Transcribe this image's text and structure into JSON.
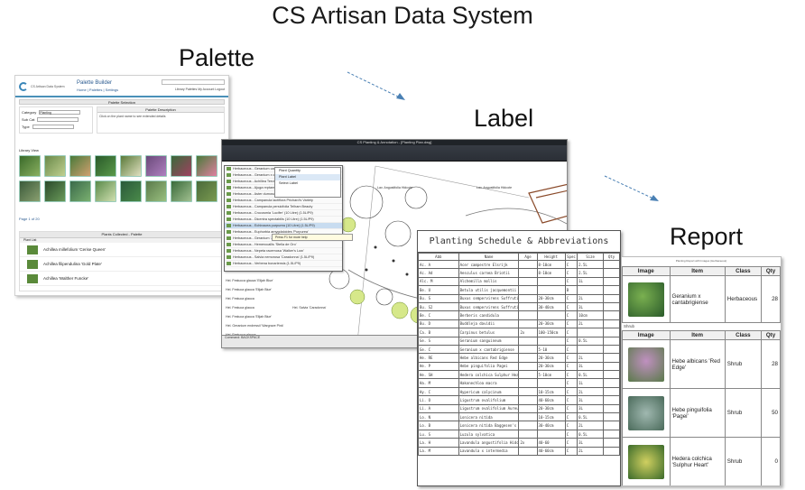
{
  "title": "CS Artisan Data System",
  "headings": {
    "palette": "Palette",
    "label": "Label",
    "report": "Report"
  },
  "colors": {
    "accent": "#4a90b8",
    "arrow": "#4a80b4",
    "leaf": "#5a8a3a"
  },
  "palette": {
    "brand": "CS Artisan Data System",
    "name": "Palette Builder",
    "links": "Home | Palettes | Settings",
    "nav": "Library  Palettes  My Account  Logout",
    "bar": "Palette Selection",
    "form": {
      "label1": "Category",
      "value1": "Planting",
      "label2": "Sub Cat",
      "label3": "Type"
    },
    "desc_header": "Palette Description",
    "desc_text": "Click on the plant name to see extended details",
    "library": "Library View",
    "pager": "Page 1 of 20",
    "list_header": "Plants Collected - Palette",
    "list_sub": "Plant List",
    "plants": [
      "Achillea millefolium 'Cerise Queen'",
      "Achillea filipendulina 'Gold Plate'",
      "Achillea 'Walther Funcke'"
    ]
  },
  "label": {
    "window_title": "CS Planting & Annotation - [Planting Plan.dwg]",
    "popup": [
      "Plant Quantity",
      "Plant Label",
      "Select Label"
    ],
    "tooltip": "Press F1 for more help",
    "plants": [
      "Herbaceous - Geranium cantabrigiense 'Biokovo'",
      "Herbaceous - Geranium x cantabrigiense",
      "Herbaceous - Achillea Terracotta Gold Plate (10 Litre) (1.5L/P9)",
      "Herbaceous - Ajuga reptans Dark Leaf (10 Litre) (1.5L/P9)",
      "Herbaceous - Aster dumosus Rose Scarlet (10 Litre) (1.5L/P9)",
      "Herbaceous - Campanula lactiflora Prichard's Variety",
      "Herbaceous - Campanula persicifolia Telham Beauty",
      "Herbaceous - Crocosmia 'Lucifer' (10 Litre) (1.5L/P9)",
      "Herbaceous - Dicentra spectabilis (10 Litre) (1.5L/P9)",
      "Herbaceous - Echinacea purpurea (10 Litre) (1.5L/P9)",
      "Herbaceous - Euphorbia amygdaloides 'Purpurea'",
      "Herbaceous - Geranium 'Johnson's Blue'",
      "Herbaceous - Hemerocallis 'Stella de Oro'",
      "Herbaceous - Nepeta racemosa 'Walker's Low'",
      "Herbaceous - Salvia nemorosa 'Caradonna' (1.5L/P9)",
      "Herbaceous - Verbena bonariensis (1.5L/P9)"
    ],
    "notes": [
      "Lav. Angustifolia Hidcote",
      "Lav. Angustifolia Hidcote",
      "Hel. Festucca glauca 'Elijah Blue'",
      "Hel. Festuca glauca 'Elijah Blue'",
      "Hel. Festuca glauca",
      "Hel. Festuca glauca",
      "Hel. Festuca glauca 'Elijah Blue'",
      "Hel. Geranium endressii 'Wargrave Pink'",
      "Hel. Festucca glauca",
      "Hel. Salvia 'Caradonna'"
    ],
    "command": "Command: BACKSPACE"
  },
  "schedule": {
    "title": "Planting Schedule & Abbreviations",
    "columns": [
      "Abb",
      "Name",
      "Age",
      "Height",
      "Spec",
      "Size",
      "Qty"
    ],
    "rows": [
      [
        "Ac. A",
        "Acer campestre Elsrijk",
        "",
        "8-10cm",
        "C",
        "2.5L",
        ""
      ],
      [
        "Ac. Ad",
        "Aesculus carnea Briotii",
        "",
        "8-10cm",
        "C",
        "2.5L",
        ""
      ],
      [
        "Alc. M",
        "Alchemilla mollis",
        "",
        "",
        "C",
        "1L",
        ""
      ],
      [
        "Be. U",
        "Betula utilis jacquemontii",
        "",
        "",
        "B",
        "",
        ""
      ],
      [
        "Bu. S",
        "Buxus sempervirens Suffruticosa",
        "",
        "20-30cm",
        "C",
        "2L",
        ""
      ],
      [
        "Bu. S2",
        "Buxus sempervirens Suffruticosa",
        "",
        "30-40cm",
        "C",
        "3L",
        ""
      ],
      [
        "Be. C",
        "Berberis candidula",
        "",
        "",
        "C",
        "10cm",
        ""
      ],
      [
        "Bu. D",
        "Buddleja davidii",
        "",
        "20-30cm",
        "C",
        "2L",
        ""
      ],
      [
        "Ca. B",
        "Carpinus betulus",
        "2x",
        "100-150cm",
        "C",
        "",
        ""
      ],
      [
        "Ge. S",
        "Geranium sanguineum",
        "",
        "",
        "C",
        "0.5L",
        ""
      ],
      [
        "Ge. C",
        "Geranium x cantabrigiense",
        "",
        "5-10",
        "C",
        "",
        ""
      ],
      [
        "He. RE",
        "Hebe albicans Red Edge",
        "",
        "20-30cm",
        "C",
        "2L",
        ""
      ],
      [
        "He. P",
        "Hebe pinguifolia Pagei",
        "",
        "20-30cm",
        "C",
        "3L",
        ""
      ],
      [
        "He. SH",
        "Hedera colchica Sulphur Heart",
        "",
        "5-10cm",
        "C",
        "0.5L",
        ""
      ],
      [
        "Ha. M",
        "Hakonechloa macra",
        "",
        "",
        "C",
        "1L",
        ""
      ],
      [
        "Hy. C",
        "Hypericum calycinum",
        "",
        "10-15cm",
        "C",
        "2L",
        ""
      ],
      [
        "Li. O",
        "Ligustrum ovalifolium",
        "",
        "40-60cm",
        "C",
        "3L",
        ""
      ],
      [
        "Li. A",
        "Ligustrum ovalifolium Aureum",
        "",
        "20-30cm",
        "C",
        "3L",
        ""
      ],
      [
        "Lo. N",
        "Lonicera nitida",
        "",
        "10-15cm",
        "C",
        "0.5L",
        ""
      ],
      [
        "Lo. B",
        "Lonicera nitida Baggesen's Gold",
        "",
        "30-40cm",
        "C",
        "2L",
        ""
      ],
      [
        "Lu. S",
        "Luzula sylvatica",
        "",
        "",
        "C",
        "0.5L",
        ""
      ],
      [
        "La. H",
        "Lavandula angustifolia Hidcote",
        "2x",
        "40-60",
        "C",
        "3L",
        ""
      ],
      [
        "La. M",
        "Lavandula x intermedia",
        "",
        "40-60cm",
        "C",
        "2L",
        ""
      ]
    ]
  },
  "report": {
    "caption": "Planting Report with Images (Herbaceous)",
    "columns": [
      "Image",
      "Item",
      "Class",
      "Qty"
    ],
    "section": "Shrub",
    "herbaceous": [
      {
        "item": "Geranium x cantabrigiense",
        "class": "Herbaceous",
        "qty": "28"
      }
    ],
    "shrubs": [
      {
        "item": "Hebe albicans 'Red Edge'",
        "class": "Shrub",
        "qty": "28"
      },
      {
        "item": "Hebe pinguifolia 'Pagei'",
        "class": "Shrub",
        "qty": "50"
      },
      {
        "item": "Hedera colchica 'Sulphur Heart'",
        "class": "Shrub",
        "qty": "0"
      }
    ]
  }
}
